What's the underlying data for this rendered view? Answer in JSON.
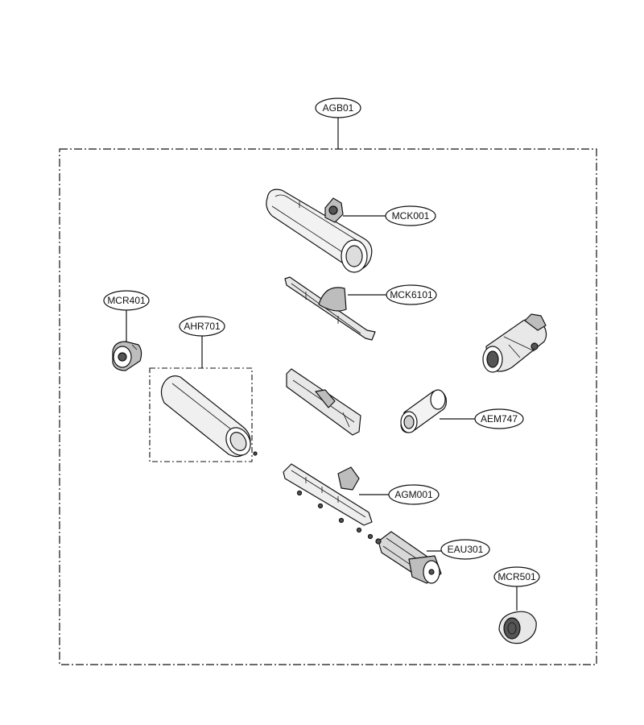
{
  "assembly": {
    "label": "AGB01"
  },
  "sub_assembly": {
    "label": "AHR701"
  },
  "callouts": [
    {
      "id": "mck001",
      "label": "MCK001"
    },
    {
      "id": "mck6101",
      "label": "MCK6101"
    },
    {
      "id": "mcr401",
      "label": "MCR401"
    },
    {
      "id": "aem747",
      "label": "AEM747"
    },
    {
      "id": "agm001",
      "label": "AGM001"
    },
    {
      "id": "eau301",
      "label": "EAU301"
    },
    {
      "id": "mcr501",
      "label": "MCR501"
    }
  ],
  "icons": {
    "brush_roll_housing": "cylinder-housing-icon",
    "brush_cover": "cover-bracket-icon",
    "left_cap": "end-cap-icon",
    "brush_roller": "roller-tube-icon",
    "nozzle_frame": "frame-bracket-icon",
    "neck_joint": "joint-connector-icon",
    "bushing_tube": "bushing-tube-icon",
    "motor_frame": "motor-frame-icon",
    "motor": "motor-icon",
    "right_cap": "end-cap-icon"
  },
  "colors": {
    "line": "#111111",
    "shade": "#bdbdbd",
    "dark": "#555555"
  }
}
